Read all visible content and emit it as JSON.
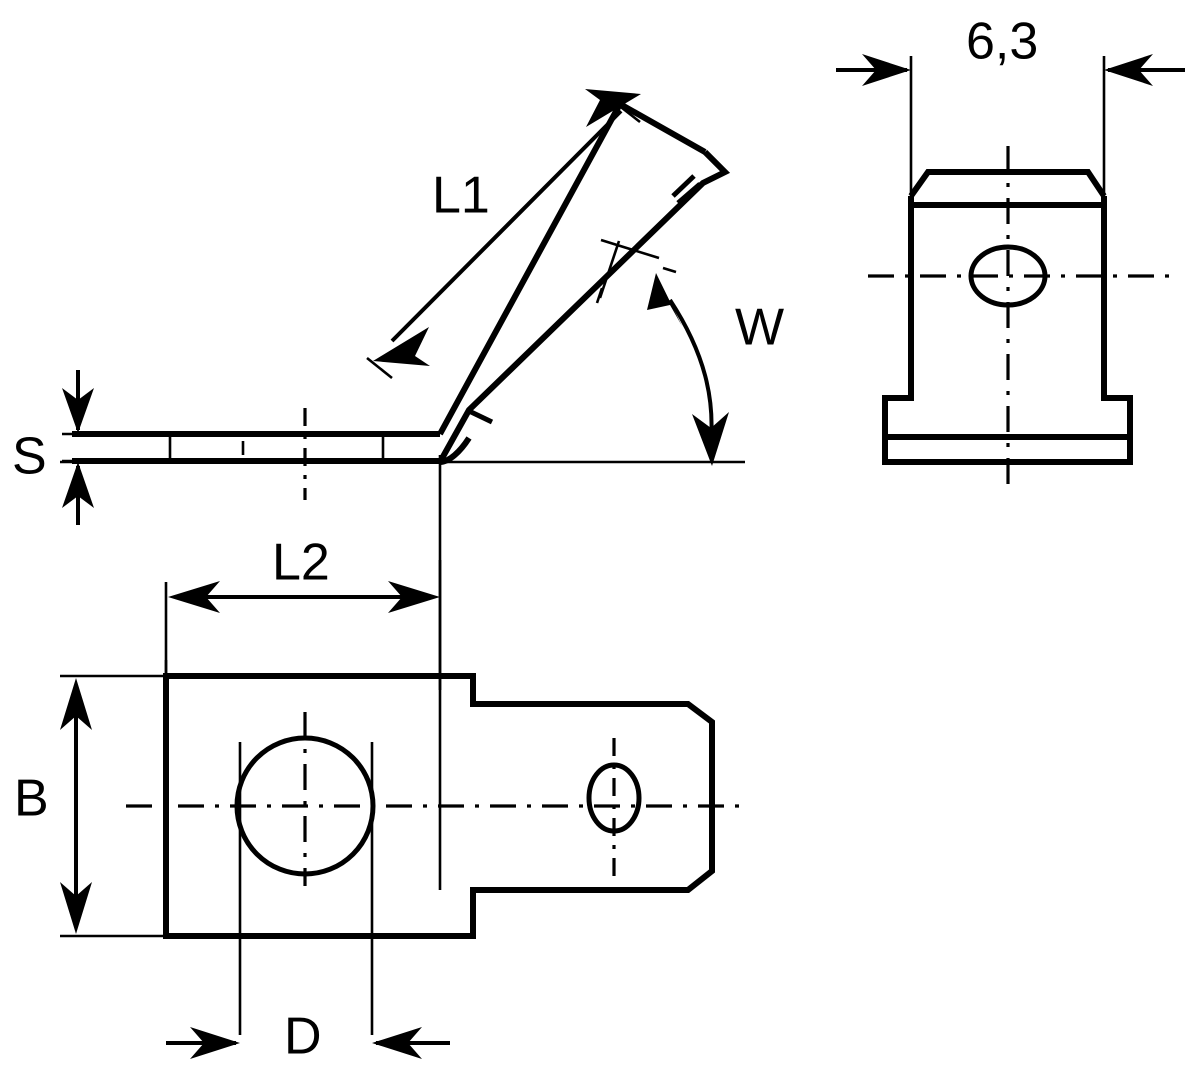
{
  "drawing": {
    "title": "Flat tab terminal technical drawing",
    "background_color": "#ffffff",
    "line_color": "#000000",
    "views": [
      {
        "name": "side-elevation-view",
        "description": "Side elevation with bent tab at angle W"
      },
      {
        "name": "end-elevation-view",
        "description": "End view showing tab width 6,3"
      },
      {
        "name": "plan-view",
        "description": "Top plan view showing ring hole D and width B"
      }
    ]
  },
  "dimensions": {
    "l1": {
      "label": "L1",
      "view": "side-elevation-view",
      "kind": "length-of-angled-tab"
    },
    "l2": {
      "label": "L2",
      "view": "plan-view",
      "kind": "horizontal-length"
    },
    "s": {
      "label": "S",
      "view": "side-elevation-view",
      "kind": "material-thickness"
    },
    "w": {
      "label": "W",
      "view": "side-elevation-view",
      "kind": "bend-angle"
    },
    "b": {
      "label": "B",
      "view": "plan-view",
      "kind": "overall-width"
    },
    "d": {
      "label": "D",
      "view": "plan-view",
      "kind": "hole-diameter"
    },
    "tab_width": {
      "label": "6,3",
      "view": "end-elevation-view",
      "kind": "tab-width-mm"
    }
  },
  "labels": {
    "l1": "L1",
    "l2": "L2",
    "s": "S",
    "w": "W",
    "b": "B",
    "d": "D",
    "tab_width": "6,3"
  },
  "colors": {
    "stroke": "#000000",
    "background": "#ffffff"
  }
}
